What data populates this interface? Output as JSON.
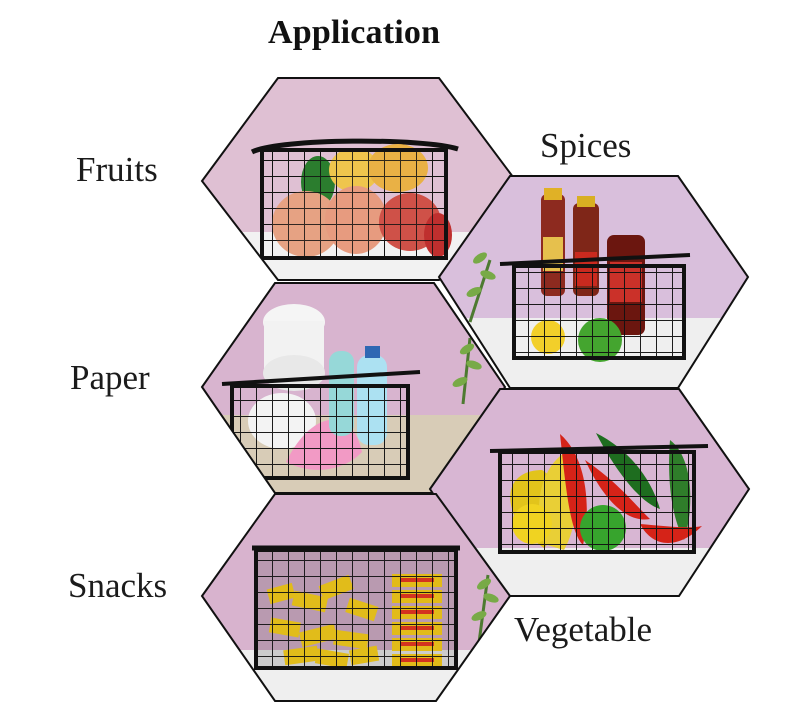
{
  "page": {
    "title": "Application"
  },
  "labels": {
    "fruits": "Fruits",
    "spices": "Spices",
    "paper": "Paper",
    "snacks": "Snacks",
    "vegetable": "Vegetable"
  },
  "colors": {
    "wall": "#d8b4c9",
    "wall_light": "#e7c9d7",
    "frame": "#111111",
    "wire": "#111111",
    "counter": "#efefef",
    "table": "#d9ccb7",
    "apple": "#d3614f",
    "peach": "#e8a583",
    "lemon": "#f2cf2a",
    "lime": "#38a22e",
    "pepper_red": "#d5221a",
    "pepper_green": "#1f7f24",
    "pepper_yellow": "#e9c41a",
    "bottle": "#7b2018",
    "cap": "#d8b023",
    "towel": "#f2f2f2",
    "pink": "#f296c5",
    "cyan": "#a9dcef",
    "snack_gold": "#e0bb18",
    "snack_black": "#282828",
    "leaf": "#6e9e42"
  },
  "icons": {
    "plant": "plant-icon",
    "basket": "basket-icon"
  }
}
